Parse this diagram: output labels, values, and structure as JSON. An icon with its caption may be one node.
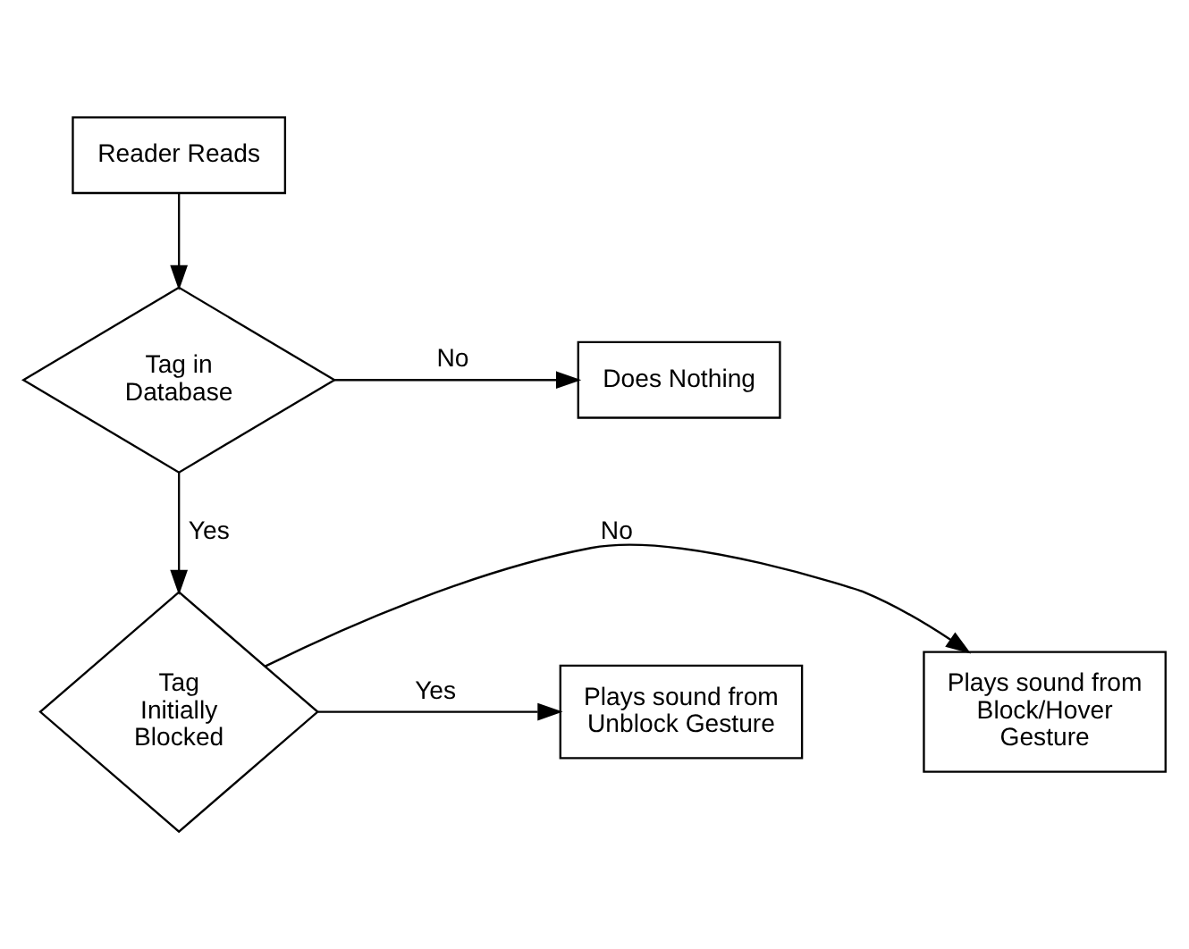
{
  "diagram": {
    "nodes": [
      {
        "text": [
          "Reader Reads"
        ]
      },
      {
        "text": [
          "Tag in Database"
        ]
      },
      {
        "text": [
          "Does Nothing"
        ]
      },
      {
        "text": [
          "Tag Initially Blocked"
        ]
      },
      {
        "text": [
          "Plays sound from Block/Hover Gesture"
        ]
      },
      {
        "text": [
          "Plays sound from Unblock Gesture"
        ]
      }
    ],
    "edges": [
      {
        "from": 0,
        "to": 1,
        "arrow": "to"
      },
      {
        "from": 1,
        "to": 2,
        "arrow": "to",
        "label": "No"
      },
      {
        "from": 1,
        "to": 3,
        "arrow": "to",
        "label": "Yes"
      },
      {
        "from": 3,
        "to": 4,
        "arrow": "to",
        "label": "No"
      },
      {
        "from": 3,
        "to": 5,
        "arrow": "to",
        "label": "Yes"
      }
    ]
  }
}
